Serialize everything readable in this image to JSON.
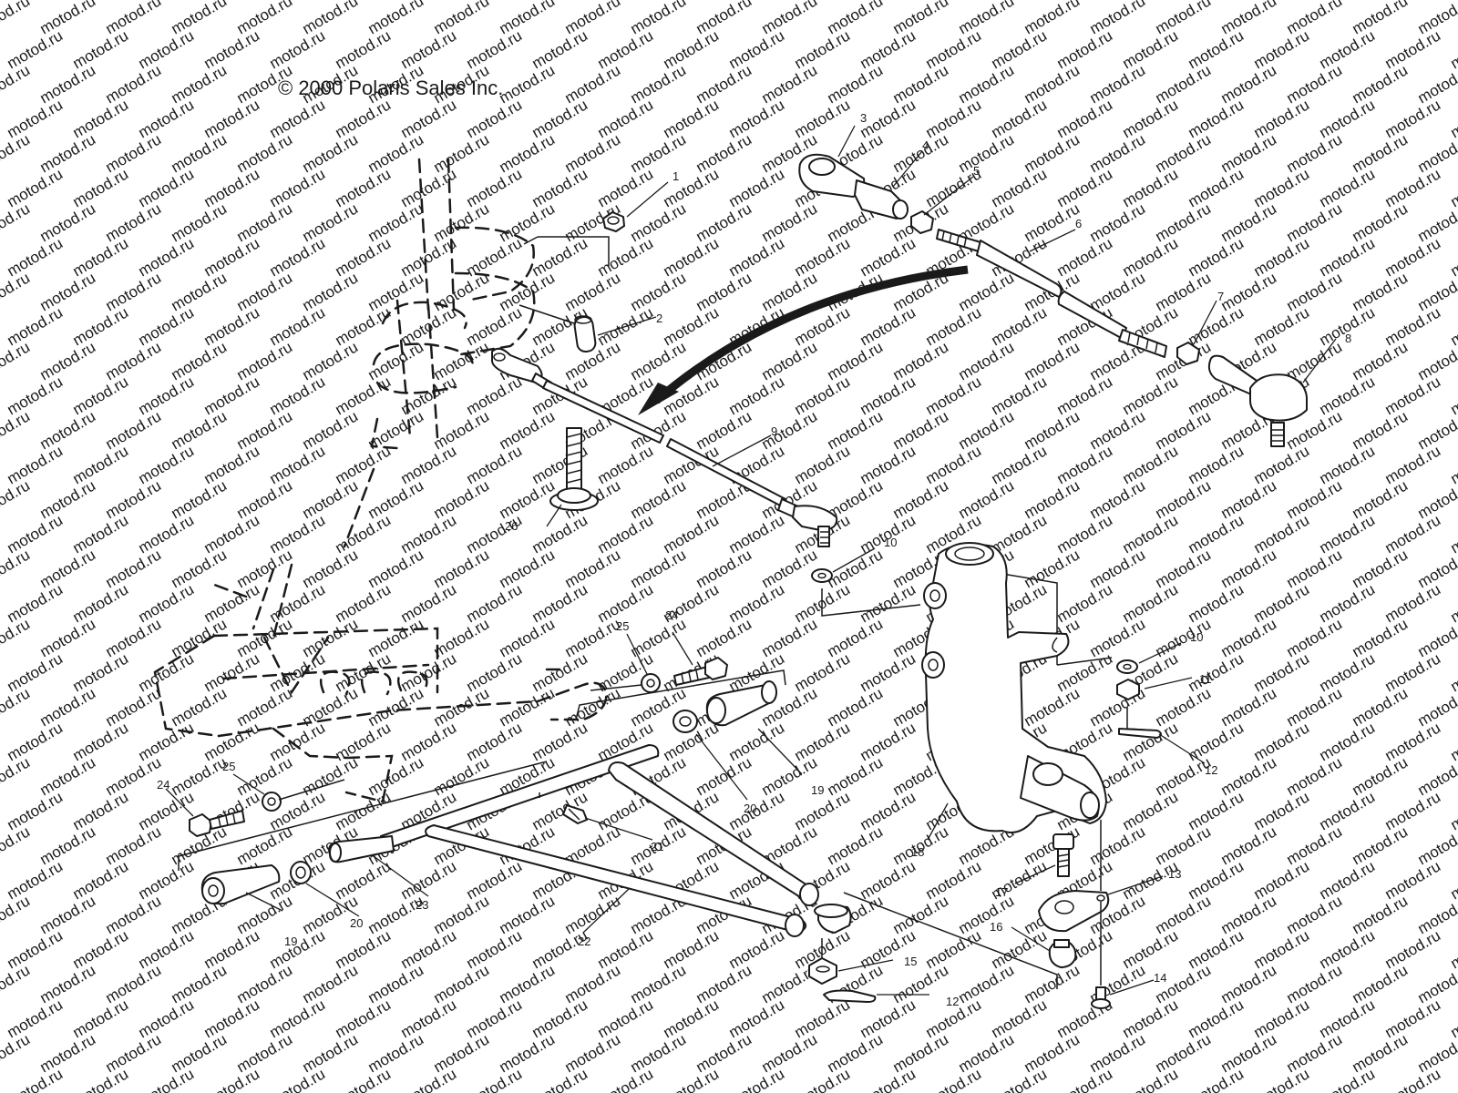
{
  "copyright": "© 2000 Polaris Sales Inc.",
  "watermark": "motod.ru",
  "callouts": [
    {
      "id": "c1",
      "label": "1"
    },
    {
      "id": "c2",
      "label": "2"
    },
    {
      "id": "c3",
      "label": "3"
    },
    {
      "id": "c4",
      "label": "4"
    },
    {
      "id": "c5",
      "label": "5"
    },
    {
      "id": "c6",
      "label": "6"
    },
    {
      "id": "c7",
      "label": "7"
    },
    {
      "id": "c8",
      "label": "8"
    },
    {
      "id": "c9",
      "label": "9"
    },
    {
      "id": "c10a",
      "label": "10"
    },
    {
      "id": "c10b",
      "label": "10"
    },
    {
      "id": "c11",
      "label": "11"
    },
    {
      "id": "c12a",
      "label": "12"
    },
    {
      "id": "c12b",
      "label": "12"
    },
    {
      "id": "c13",
      "label": "13"
    },
    {
      "id": "c14",
      "label": "14"
    },
    {
      "id": "c15",
      "label": "15"
    },
    {
      "id": "c16",
      "label": "16"
    },
    {
      "id": "c17",
      "label": "17"
    },
    {
      "id": "c18",
      "label": "18"
    },
    {
      "id": "c19a",
      "label": "19"
    },
    {
      "id": "c19b",
      "label": "19"
    },
    {
      "id": "c20a",
      "label": "20"
    },
    {
      "id": "c20b",
      "label": "20"
    },
    {
      "id": "c21",
      "label": "21"
    },
    {
      "id": "c22",
      "label": "22"
    },
    {
      "id": "c23",
      "label": "23"
    },
    {
      "id": "c24a",
      "label": "24"
    },
    {
      "id": "c24b",
      "label": "24"
    },
    {
      "id": "c25a",
      "label": "25"
    },
    {
      "id": "c25b",
      "label": "25"
    },
    {
      "id": "c26",
      "label": "26"
    }
  ]
}
